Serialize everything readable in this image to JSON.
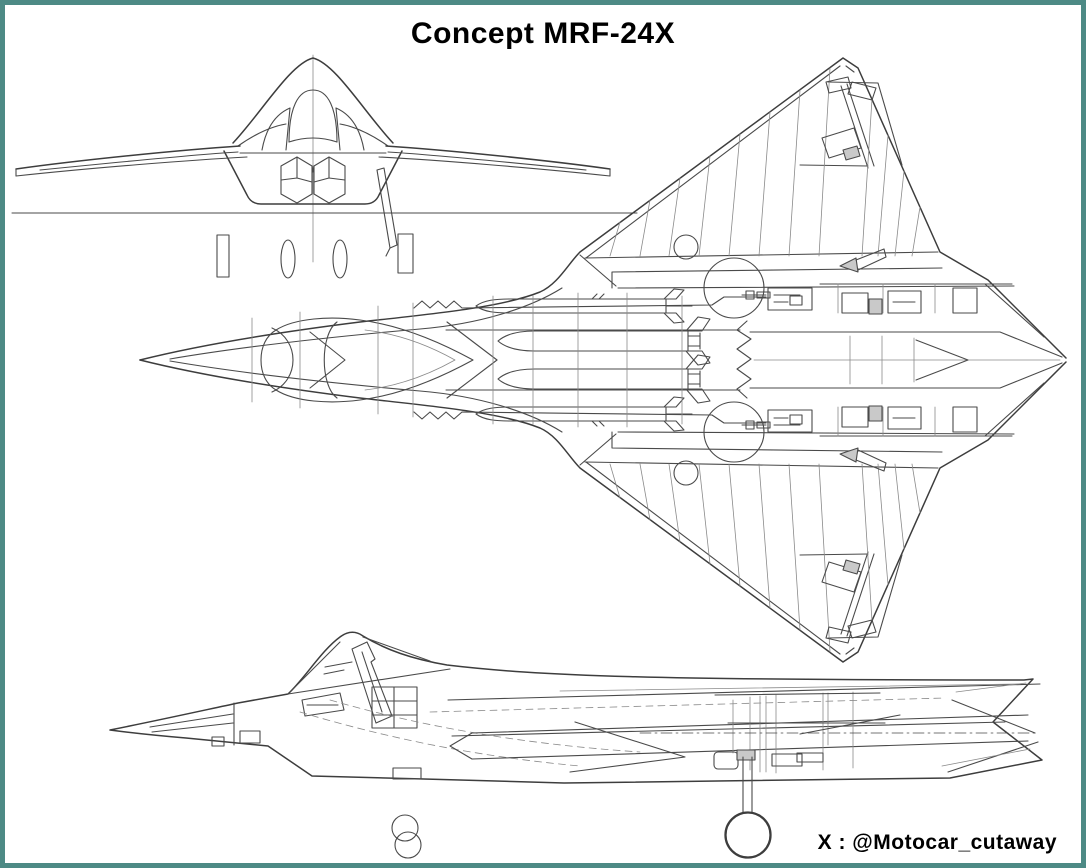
{
  "figure": {
    "title": "Concept MRF-24X",
    "credit": "X : @Motocar_cutaway",
    "drawing_type": "three-view cutaway line drawing",
    "subject": "MRF-24X concept fighter aircraft"
  },
  "colors": {
    "border": "#4d8a85",
    "ink": "#4a4a4a",
    "ink-dark": "#3d3d3d",
    "ink-light": "#8a8a8a",
    "background": "#ffffff",
    "text": "#000000"
  }
}
